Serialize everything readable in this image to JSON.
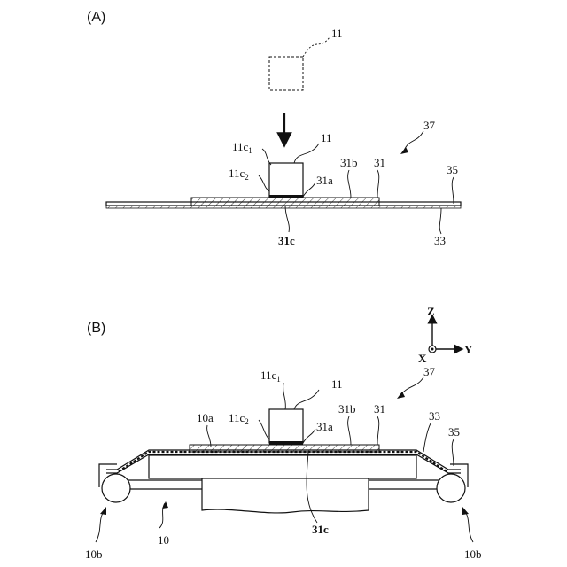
{
  "panels": {
    "a": {
      "label": "(A)"
    },
    "b": {
      "label": "(B)"
    }
  },
  "labels_a": {
    "chip_top": "11",
    "chip": "11",
    "c1_main": "11c",
    "c1_sub": "1",
    "c2_main": "11c",
    "c2_sub": "2",
    "adhesive": "31a",
    "film_top": "31b",
    "film": "31",
    "assembly": "37",
    "ring": "35",
    "base": "33",
    "film_bottom": "31c"
  },
  "labels_b": {
    "chip": "11",
    "c1_main": "11c",
    "c1_sub": "1",
    "c2_main": "11c",
    "c2_sub": "2",
    "adhesive": "31a",
    "film_top": "31b",
    "film": "31",
    "assembly": "37",
    "ring": "35",
    "base": "33",
    "stage_top": "10a",
    "film_bottom": "31c",
    "stage": "10",
    "roller_left": "10b",
    "roller_right": "10b"
  },
  "axes": {
    "z": "Z",
    "y": "Y",
    "x": "X"
  },
  "colors": {
    "line": "#111111",
    "background": "#ffffff"
  }
}
